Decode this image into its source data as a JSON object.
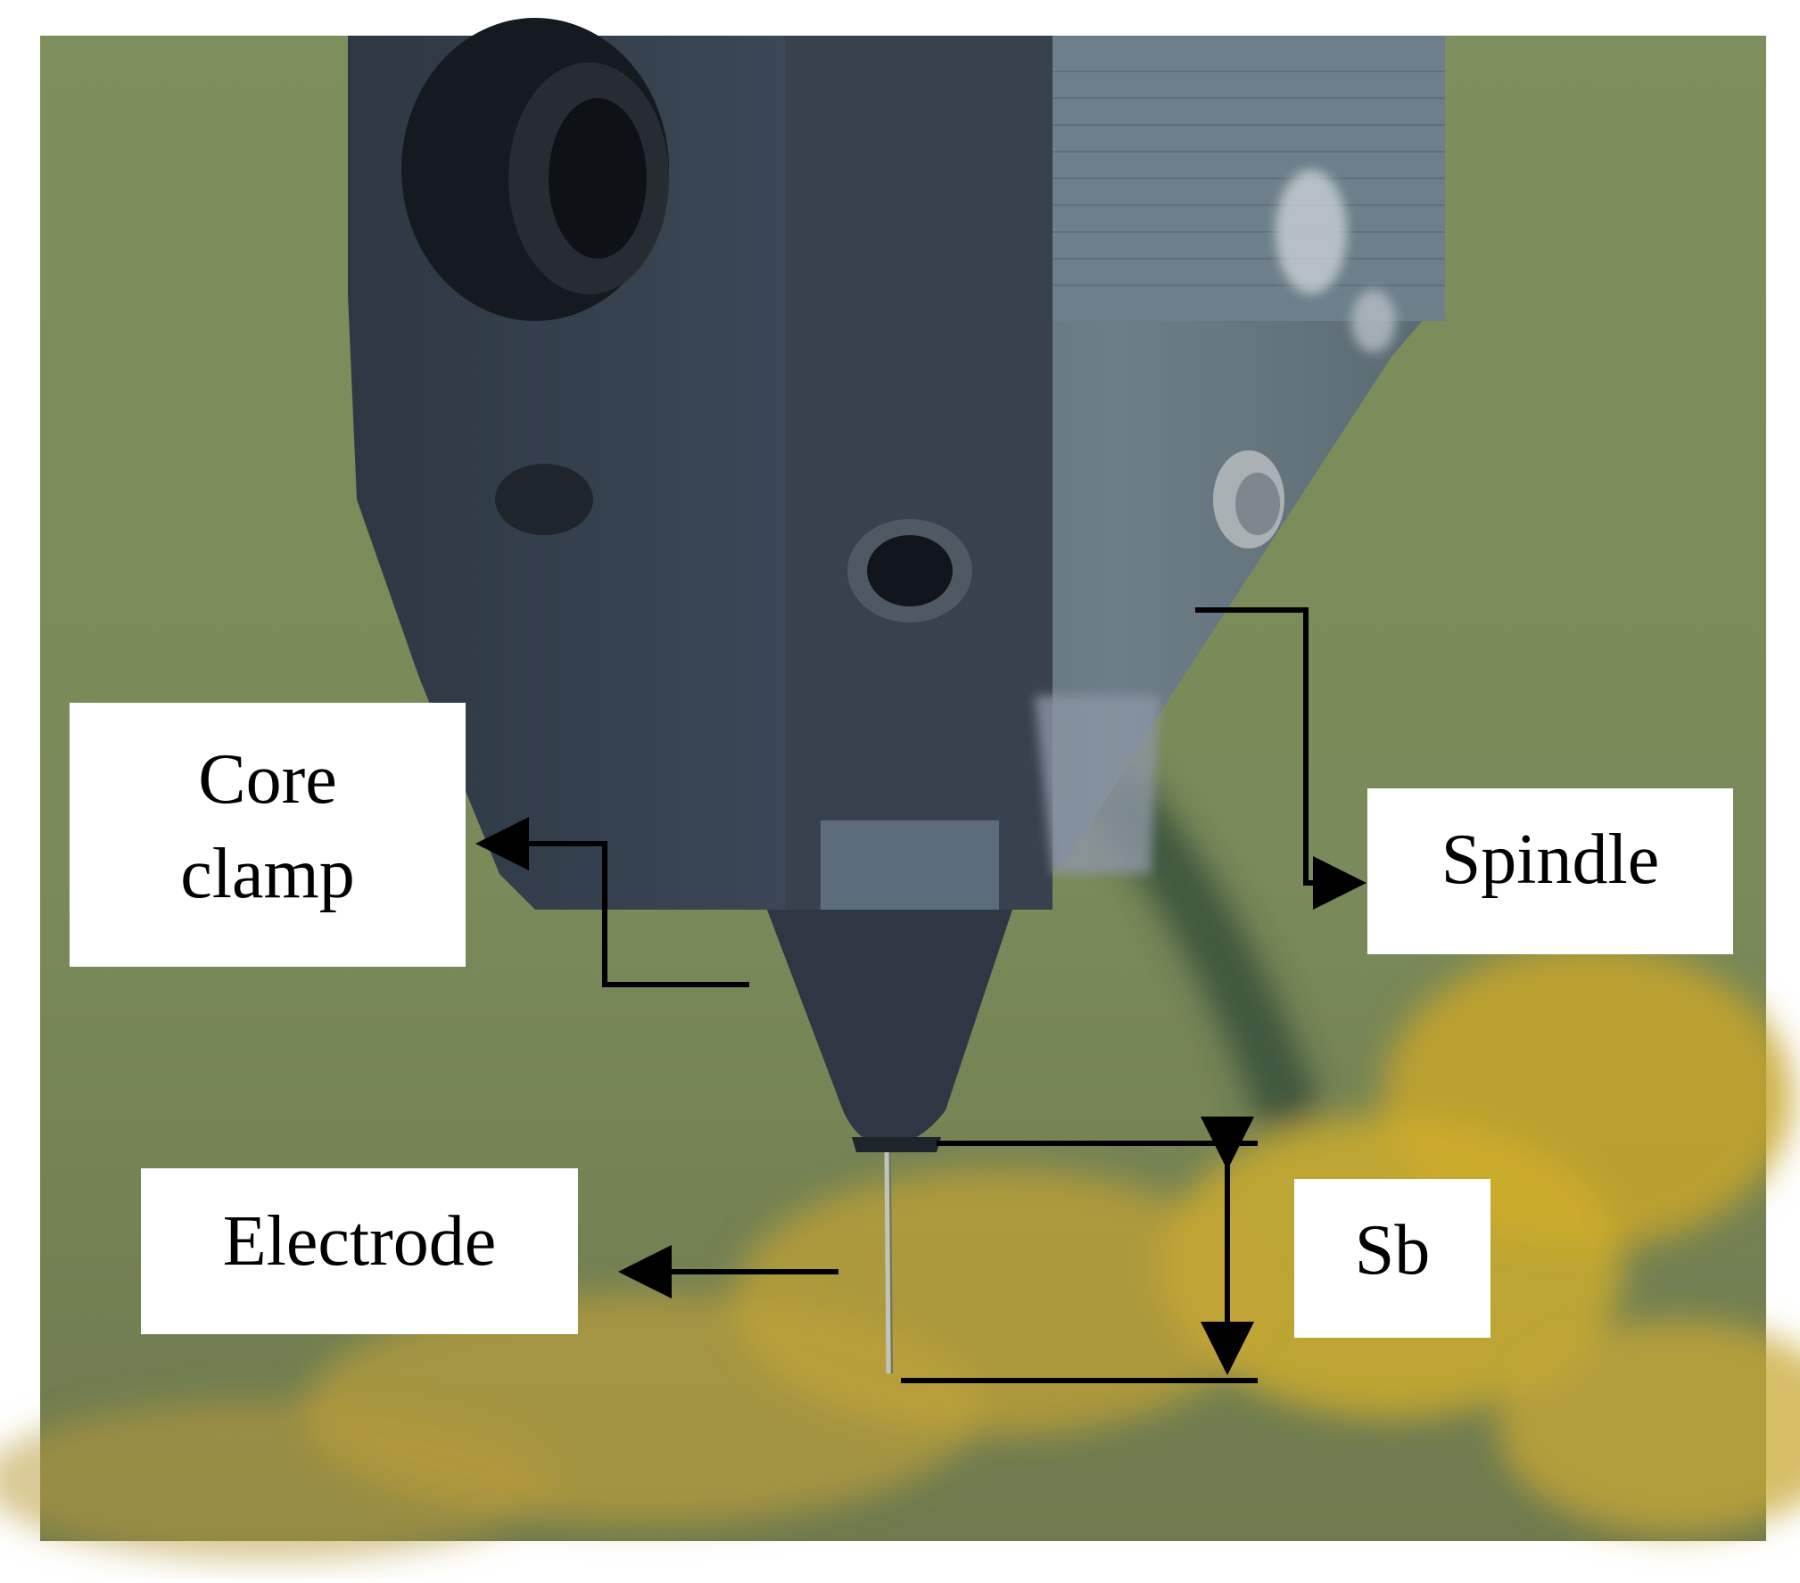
{
  "labels": {
    "core_clamp": [
      "Core",
      "clamp"
    ],
    "spindle": "Spindle",
    "electrode": "Electrode",
    "sb": "Sb"
  }
}
